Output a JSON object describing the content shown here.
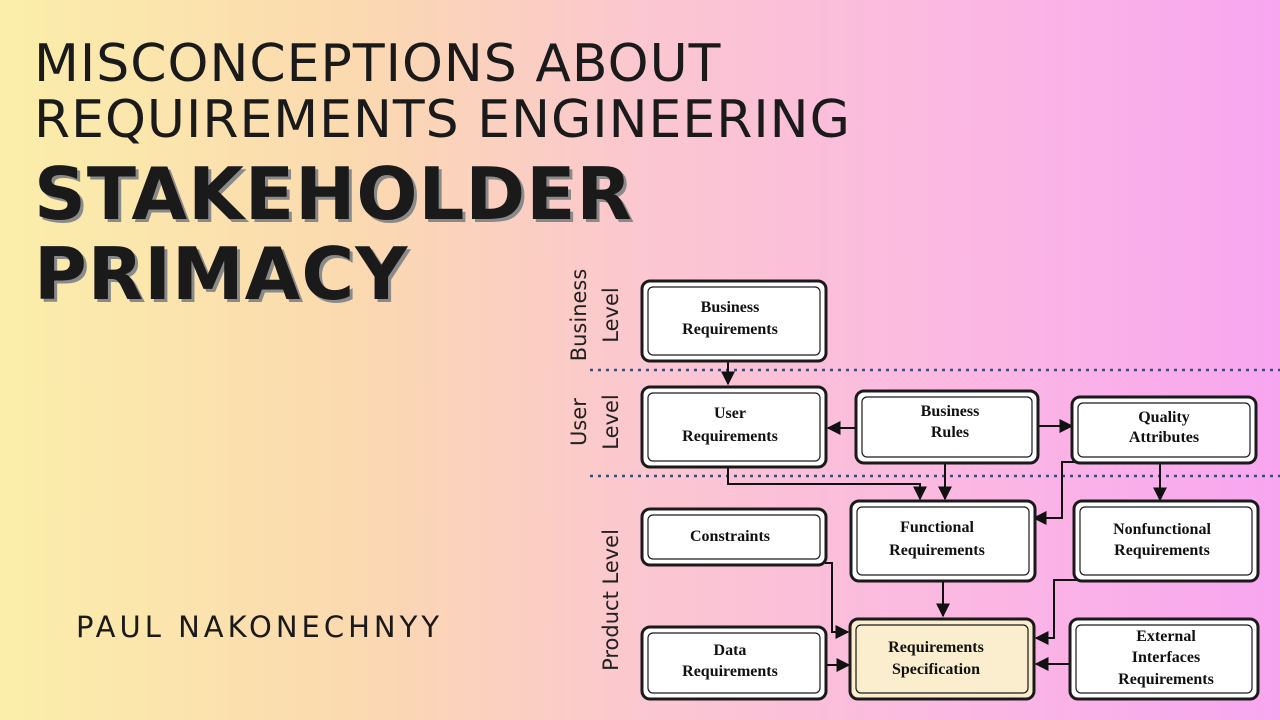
{
  "title": {
    "line1": "MISCONCEPTIONS ABOUT",
    "line2": "REQUIREMENTS ENGINEERING",
    "main_line1": "STAKEHOLDER",
    "main_line2": "PRIMACY"
  },
  "author": "PAUL NAKONECHNYY",
  "diagram": {
    "levels": {
      "business": [
        "Business",
        "Level"
      ],
      "user": [
        "User",
        "Level"
      ],
      "product": "Product Level"
    },
    "boxes": {
      "business_requirements": [
        "Business",
        "Requirements"
      ],
      "user_requirements": [
        "User",
        "Requirements"
      ],
      "business_rules": [
        "Business",
        "Rules"
      ],
      "quality_attributes": [
        "Quality",
        "Attributes"
      ],
      "constraints": [
        "Constraints"
      ],
      "functional_requirements": [
        "Functional",
        "Requirements"
      ],
      "nonfunctional_requirements": [
        "Nonfunctional",
        "Requirements"
      ],
      "data_requirements": [
        "Data",
        "Requirements"
      ],
      "requirements_specification": [
        "Requirements",
        "Specification"
      ],
      "external_interfaces_requirements": [
        "External",
        "Interfaces",
        "Requirements"
      ]
    },
    "colors": {
      "separator": "#3b4a78",
      "specification_fill": "#faeece"
    }
  }
}
